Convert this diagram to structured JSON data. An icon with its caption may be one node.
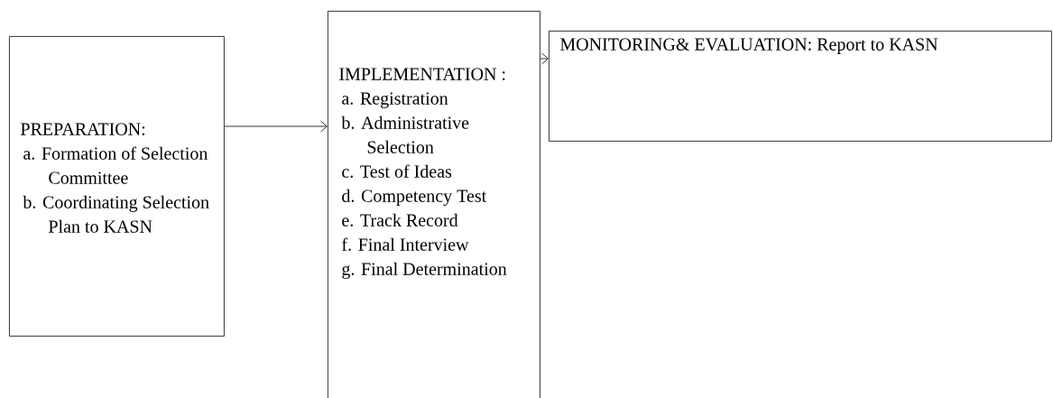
{
  "diagram": {
    "nodes": [
      {
        "text": [
          "PREPARATION:",
          "a. Formation of Selection Committee",
          "b. Coordinating Selection Plan to KASN"
        ]
      },
      {
        "text": [
          "IMPLEMENTATION :",
          "a. Registration",
          "b. Administrative Selection",
          "c. Test of Ideas",
          "d. Competency Test",
          "e. Track Record",
          "f. Final Interview",
          "g. Final Determination"
        ]
      },
      {
        "text": [
          "MONITORING& EVALUATION: Report  to KASN"
        ]
      }
    ],
    "edges": [
      {
        "from": 0,
        "to": 1,
        "arrow": "to"
      },
      {
        "from": 1,
        "to": 2,
        "arrow": "to"
      }
    ]
  }
}
